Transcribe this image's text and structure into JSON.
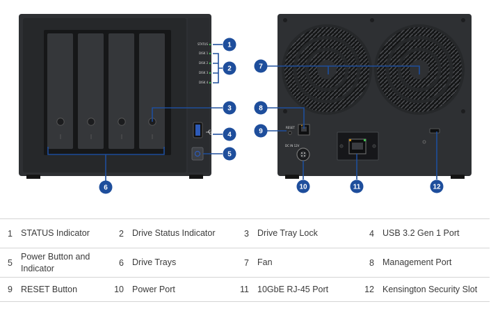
{
  "callouts": [
    "1",
    "2",
    "3",
    "4",
    "5",
    "6",
    "7",
    "8",
    "9",
    "10",
    "11",
    "12"
  ],
  "front_panel": {
    "led_labels": [
      "STATUS",
      "DISK 1",
      "DISK 2",
      "DISK 3",
      "DISK 4"
    ]
  },
  "rear_panel": {
    "port_labels": [
      "RESET",
      "DC IN 12V"
    ]
  },
  "legend": {
    "rows": [
      [
        {
          "num": "1",
          "label": "STATUS Indicator"
        },
        {
          "num": "2",
          "label": "Drive Status Indicator"
        },
        {
          "num": "3",
          "label": "Drive Tray Lock"
        },
        {
          "num": "4",
          "label": "USB 3.2 Gen 1 Port"
        }
      ],
      [
        {
          "num": "5",
          "label": "Power Button and Indicator"
        },
        {
          "num": "6",
          "label": "Drive Trays"
        },
        {
          "num": "7",
          "label": "Fan"
        },
        {
          "num": "8",
          "label": "Management Port"
        }
      ],
      [
        {
          "num": "9",
          "label": "RESET Button"
        },
        {
          "num": "10",
          "label": "Power Port"
        },
        {
          "num": "11",
          "label": "10GbE RJ-45 Port"
        },
        {
          "num": "12",
          "label": "Kensington Security Slot"
        }
      ]
    ]
  },
  "colors": {
    "badge": "#1e4e9c",
    "chassis": "#2e3033",
    "chassis_dark": "#1c1d1f",
    "led_green": "#3fbf4f",
    "leader_line": "#1e4e9c"
  }
}
